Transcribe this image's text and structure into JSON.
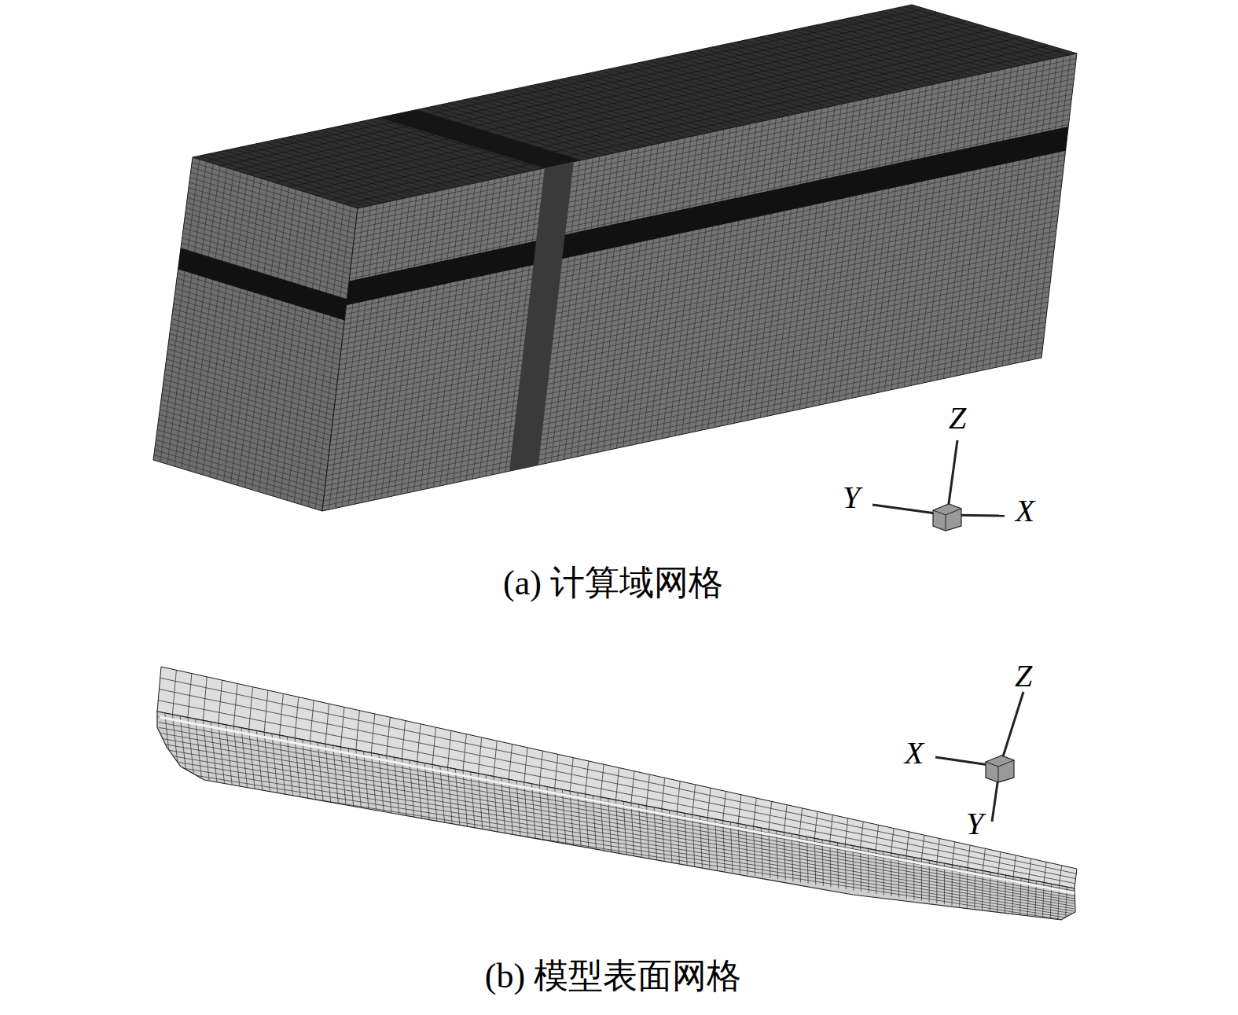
{
  "diagram": {
    "labels": [
      "Z",
      "Y",
      "X",
      "(a) 计算域网格",
      "Z",
      "X",
      "Y",
      "(b) 模型表面网格"
    ]
  }
}
